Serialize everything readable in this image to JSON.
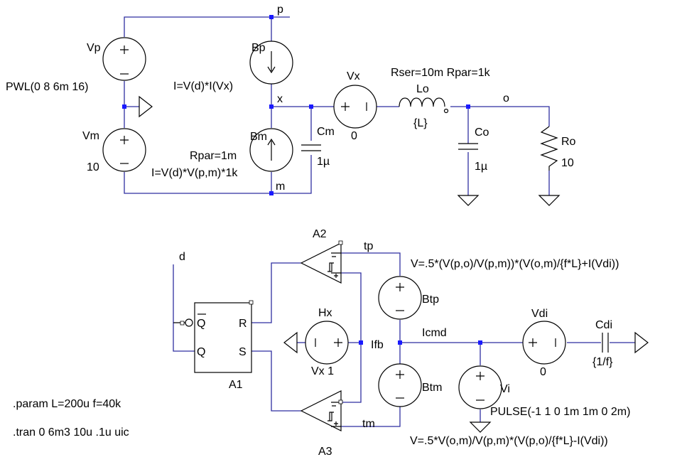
{
  "labels": {
    "vp_name": "Vp",
    "vp_value": "PWL(0 8 6m 16)",
    "vm_name": "Vm",
    "vm_value": "10",
    "bp_name": "Bp",
    "bp_expr": "I=V(d)*I(Vx)",
    "bm_name": "Bm",
    "bm_rpar": "Rpar=1m",
    "bm_expr": "I=V(d)*V(p,m)*1k",
    "cm_name": "Cm",
    "cm_value": "1µ",
    "vx_name": "Vx",
    "vx_value": "0",
    "lo_params": "Rser=10m Rpar=1k",
    "lo_name": "Lo",
    "lo_value": "{L}",
    "co_name": "Co",
    "co_value": "1µ",
    "ro_name": "Ro",
    "ro_value": "10",
    "net_p": "p",
    "net_x": "x",
    "net_m": "m",
    "net_o": "o",
    "net_d": "d",
    "net_tp": "tp",
    "net_tm": "tm",
    "net_ifb": "Ifb",
    "net_icmd": "Icmd",
    "a1_name": "A1",
    "a1_qbar": "Q",
    "a1_q": "Q",
    "a1_r": "R",
    "a1_s": "S",
    "a2_name": "A2",
    "a3_name": "A3",
    "hx_name": "Hx",
    "hx_value": "Vx 1",
    "btp_name": "Btp",
    "btp_expr": "V=.5*(V(p,o)/V(p,m))*(V(o,m)/{f*L}+I(Vdi))",
    "btm_name": "Btm",
    "btm_expr": "V=.5*V(o,m)/V(p,m)*(V(p,o)/{f*L}-I(Vdi))",
    "vdi_name": "Vdi",
    "vdi_value": "0",
    "cdi_name": "Cdi",
    "cdi_value": "{1/f}",
    "vi_name": "Vi",
    "vi_value": "PULSE(-1 1 0 1m 1m 0 2m)",
    "param_directive": ".param L=200u f=40k",
    "tran_directive": ".tran 0 6m3 10u .1u uic"
  },
  "colors": {
    "wire": "#2f2fa0",
    "junction": "#1a1aff",
    "symbol": "#000000",
    "background": "#ffffff"
  }
}
